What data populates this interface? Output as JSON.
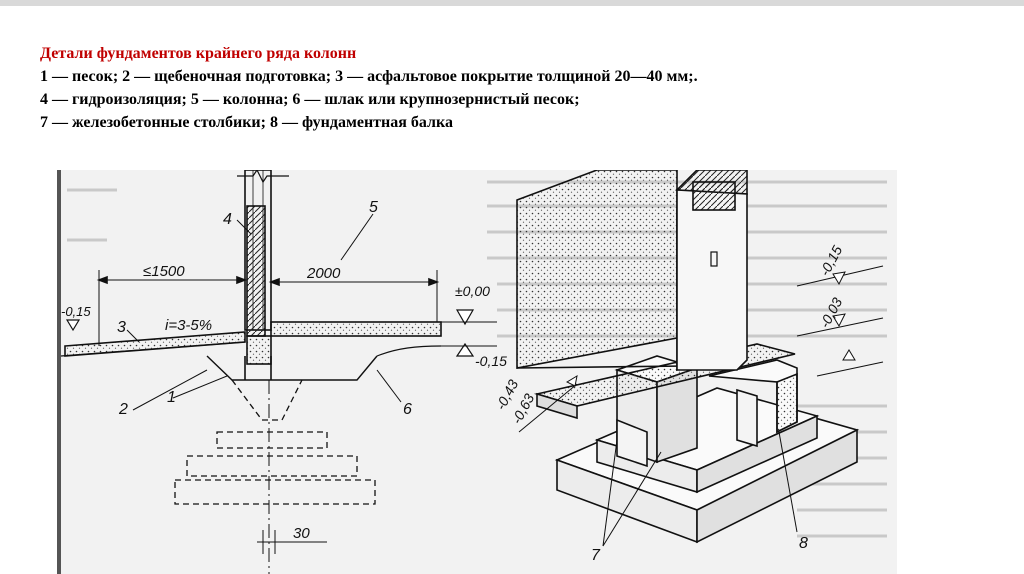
{
  "caption": {
    "title": "Детали фундаментов крайнего ряда колонн",
    "title_color": "#c00000",
    "lines": [
      "1 — песок; 2 — щебеночная подготовка; 3 — асфальтовое покрытие толщиной 20—40 мм;.",
      "4 — гидроизоляция; 5 — колонна; 6 — шлак или крупнозернистый песок;",
      "7 — железобетонные столбики; 8 — фундаментная балка"
    ]
  },
  "section": {
    "callouts": [
      "1",
      "2",
      "3",
      "4",
      "5",
      "6"
    ],
    "dims": {
      "d1500": "≤1500",
      "d2000": "2000",
      "slope": "i=3-5%",
      "lvl_left": "-0,15",
      "lvl_zero": "±0,00",
      "lvl_m015": "-0,15",
      "d30": "30"
    }
  },
  "iso": {
    "callouts": [
      "7",
      "8"
    ],
    "levels": [
      "-0,15",
      "-0,03",
      "-0,43",
      "-0,63"
    ]
  }
}
